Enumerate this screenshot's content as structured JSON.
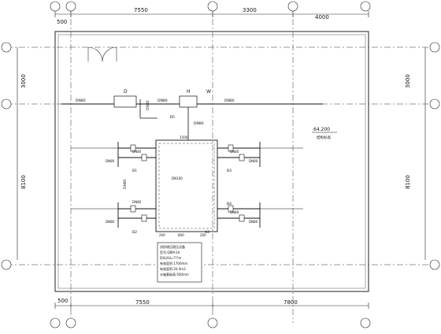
{
  "top_dimensions": [
    "500",
    "7550",
    "3300",
    "4000"
  ],
  "bottom_dimensions": [
    "500",
    "7550",
    "7800"
  ],
  "left_dimensions": [
    "3000",
    "8100"
  ],
  "right_dimensions": [
    "3000",
    "8100"
  ],
  "elevation": {
    "value": "64.200",
    "caption": "结构标高"
  },
  "equipment_letters": {
    "D": "D",
    "H": "H",
    "W": "W"
  },
  "pipe_labels": {
    "dn80": "DN80",
    "dn100": "DN100",
    "b1": "B1",
    "b2": "B2",
    "b3": "B3",
    "b4": "B4",
    "b5": "B5",
    "x4": "X4"
  },
  "inner_dims": {
    "top": "1500",
    "bottom_a": "200",
    "bottom_b": "800",
    "bottom_c": "200"
  },
  "tank_note": {
    "lines": [
      "消防增压稳压设备",
      "型号:QBM-24",
      "DXLXH=???m",
      "有效容积:1700mm",
      "有效容积:20.4m3",
      "水箱基础高:500mm"
    ]
  }
}
